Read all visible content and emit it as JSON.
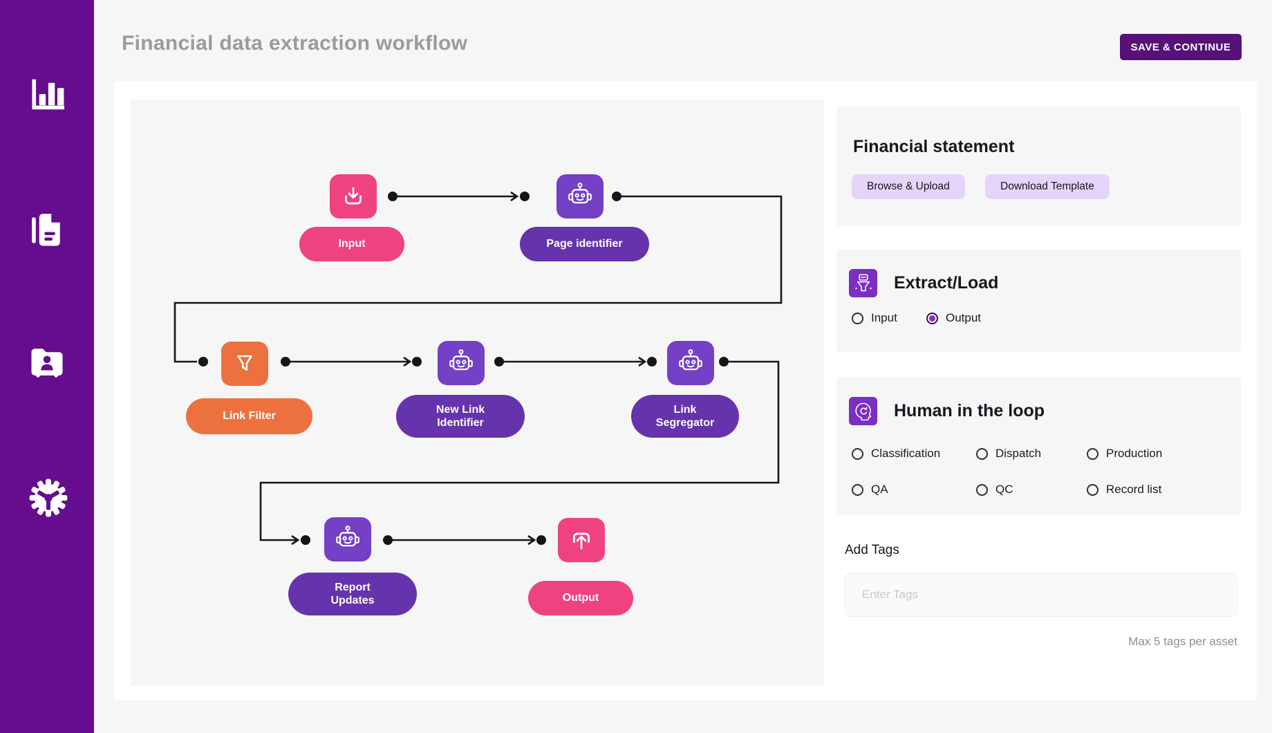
{
  "header": {
    "title": "Financial data extraction workflow",
    "save_button": "SAVE & CONTINUE"
  },
  "sidebar": {
    "items": [
      {
        "label": "analytics",
        "icon": "bar-chart-icon"
      },
      {
        "label": "documents",
        "icon": "document-icon"
      },
      {
        "label": "records",
        "icon": "folder-user-icon"
      },
      {
        "label": "settings",
        "icon": "gear-icon"
      }
    ]
  },
  "workflow": {
    "nodes": [
      {
        "label": "Input",
        "icon": "download-icon",
        "color": "#EE4380"
      },
      {
        "label": "Page identifier",
        "icon": "robot-icon",
        "color": "#7340C6"
      },
      {
        "label": "Link Filter",
        "icon": "funnel-icon",
        "color": "#EC713E"
      },
      {
        "label": "New Link Identifier",
        "icon": "robot-icon",
        "color": "#7340C6"
      },
      {
        "label": "Link Segregator",
        "icon": "robot-icon",
        "color": "#7340C6"
      },
      {
        "label": "Report Updates",
        "icon": "robot-icon",
        "color": "#7340C6"
      },
      {
        "label": "Output",
        "icon": "upload-icon",
        "color": "#EE4380"
      }
    ]
  },
  "panel": {
    "financial_statement": {
      "title": "Financial statement",
      "browse_button": "Browse & Upload",
      "download_button": "Download Template"
    },
    "extract_load": {
      "title": "Extract/Load",
      "options": [
        {
          "label": "Input",
          "selected": false
        },
        {
          "label": "Output",
          "selected": true
        }
      ]
    },
    "human_in_the_loop": {
      "title": "Human in the loop",
      "options": [
        {
          "label": "Classification",
          "selected": false
        },
        {
          "label": "Dispatch",
          "selected": false
        },
        {
          "label": "Production",
          "selected": false
        },
        {
          "label": "QA",
          "selected": false
        },
        {
          "label": "QC",
          "selected": false
        },
        {
          "label": "Record list",
          "selected": false
        }
      ]
    },
    "add_tags": {
      "label": "Add Tags",
      "placeholder": "Enter Tags",
      "helper": "Max 5 tags per asset"
    }
  },
  "colors": {
    "sidebar": "#650D8E",
    "save_button": "#571178",
    "pink": "#EE4380",
    "purple_icon": "#7340C6",
    "purple_pill": "#6533AB",
    "orange": "#EC713E",
    "panel_icon_purple": "#7B2EC2",
    "lavender_button": "#E7D4FB",
    "connector": "#151515"
  }
}
